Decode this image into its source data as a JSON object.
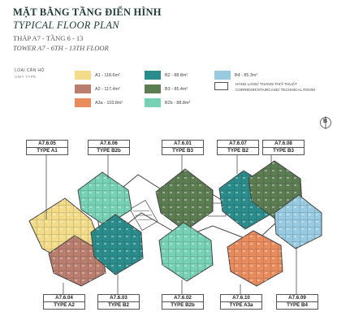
{
  "header": {
    "title_vi": "MẶT BẰNG TẦNG ĐIỂN HÌNH",
    "title_en": "TYPICAL FLOOR PLAN",
    "tower_vi": "THÁP A7 - TẦNG 6 - 13",
    "tower_en": "TOWER A7 - 6TH - 13TH FLOOR"
  },
  "legend": {
    "heading_vi": "LOẠI CĂN HỘ",
    "heading_en": "UNIT TYPE",
    "items": [
      {
        "label": "A1 - 118.6m²",
        "color": "#f2dc8a"
      },
      {
        "label": "A2 - 117.4m²",
        "color": "#b97e6e"
      },
      {
        "label": "A3a - 103.8m²",
        "color": "#e88c5e"
      },
      {
        "label": "B2 - 88.8m²",
        "color": "#2b8c8c"
      },
      {
        "label": "B3 - 85.4m²",
        "color": "#5c7c52"
      },
      {
        "label": "B2b - 88.8m²",
        "color": "#77d1b4"
      },
      {
        "label": "B4 - 85.3m²",
        "color": "#98cbe1"
      }
    ],
    "corridor_vi": "HÀNH LANG/ THANG/ P.KỸ THUẬT",
    "corridor_en": "CORRIDOR/STAIRCASE/ TECHNICAL ROOM",
    "corridor_color": "#ffffff"
  },
  "compass": {
    "label": "B"
  },
  "units": [
    {
      "code": "A7.6.05",
      "type": "TYPE A1",
      "color": "#f2dc8a"
    },
    {
      "code": "A7.6.06",
      "type": "TYPE B2b",
      "color": "#77d1b4"
    },
    {
      "code": "A7.6.01",
      "type": "TYPE B3",
      "color": "#5c7c52"
    },
    {
      "code": "A7.6.07",
      "type": "TYPE B2",
      "color": "#2b8c8c"
    },
    {
      "code": "A7.6.08",
      "type": "TYPE B3",
      "color": "#5c7c52"
    },
    {
      "code": "A7.6.04",
      "type": "TYPE A2",
      "color": "#b97e6e"
    },
    {
      "code": "A7.6.03",
      "type": "TYPE B2",
      "color": "#2b8c8c"
    },
    {
      "code": "A7.6.02",
      "type": "TYPE B2b",
      "color": "#77d1b4"
    },
    {
      "code": "A7.6.10",
      "type": "TYPE A3a",
      "color": "#e88c5e"
    },
    {
      "code": "A7.6.09",
      "type": "TYPE B4",
      "color": "#98cbe1"
    }
  ]
}
